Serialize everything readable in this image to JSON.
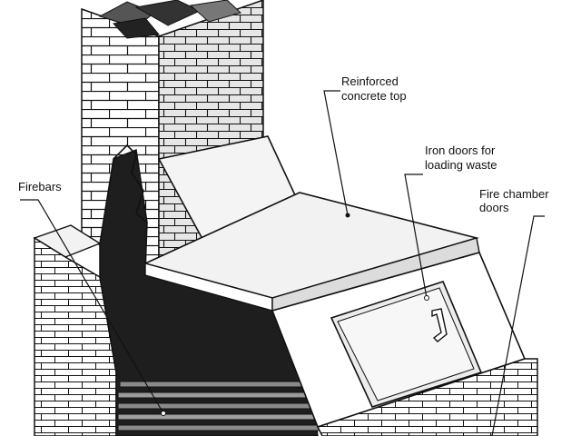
{
  "labels": {
    "reinforced_top_line1": "Reinforced",
    "reinforced_top_line2": "concrete top",
    "iron_doors_line1": "Iron doors for",
    "iron_doors_line2": "loading waste",
    "firebars": "Firebars",
    "fire_chamber_line1": "Fire chamber",
    "fire_chamber_line2": "doors"
  },
  "colors": {
    "outline": "#111111",
    "brick_face": "#ffffff",
    "brick_shade": "#d9d9d9",
    "concrete": "#f2f2f2",
    "cavity": "#1e1e1e",
    "firebar": "#8a8a8a"
  }
}
